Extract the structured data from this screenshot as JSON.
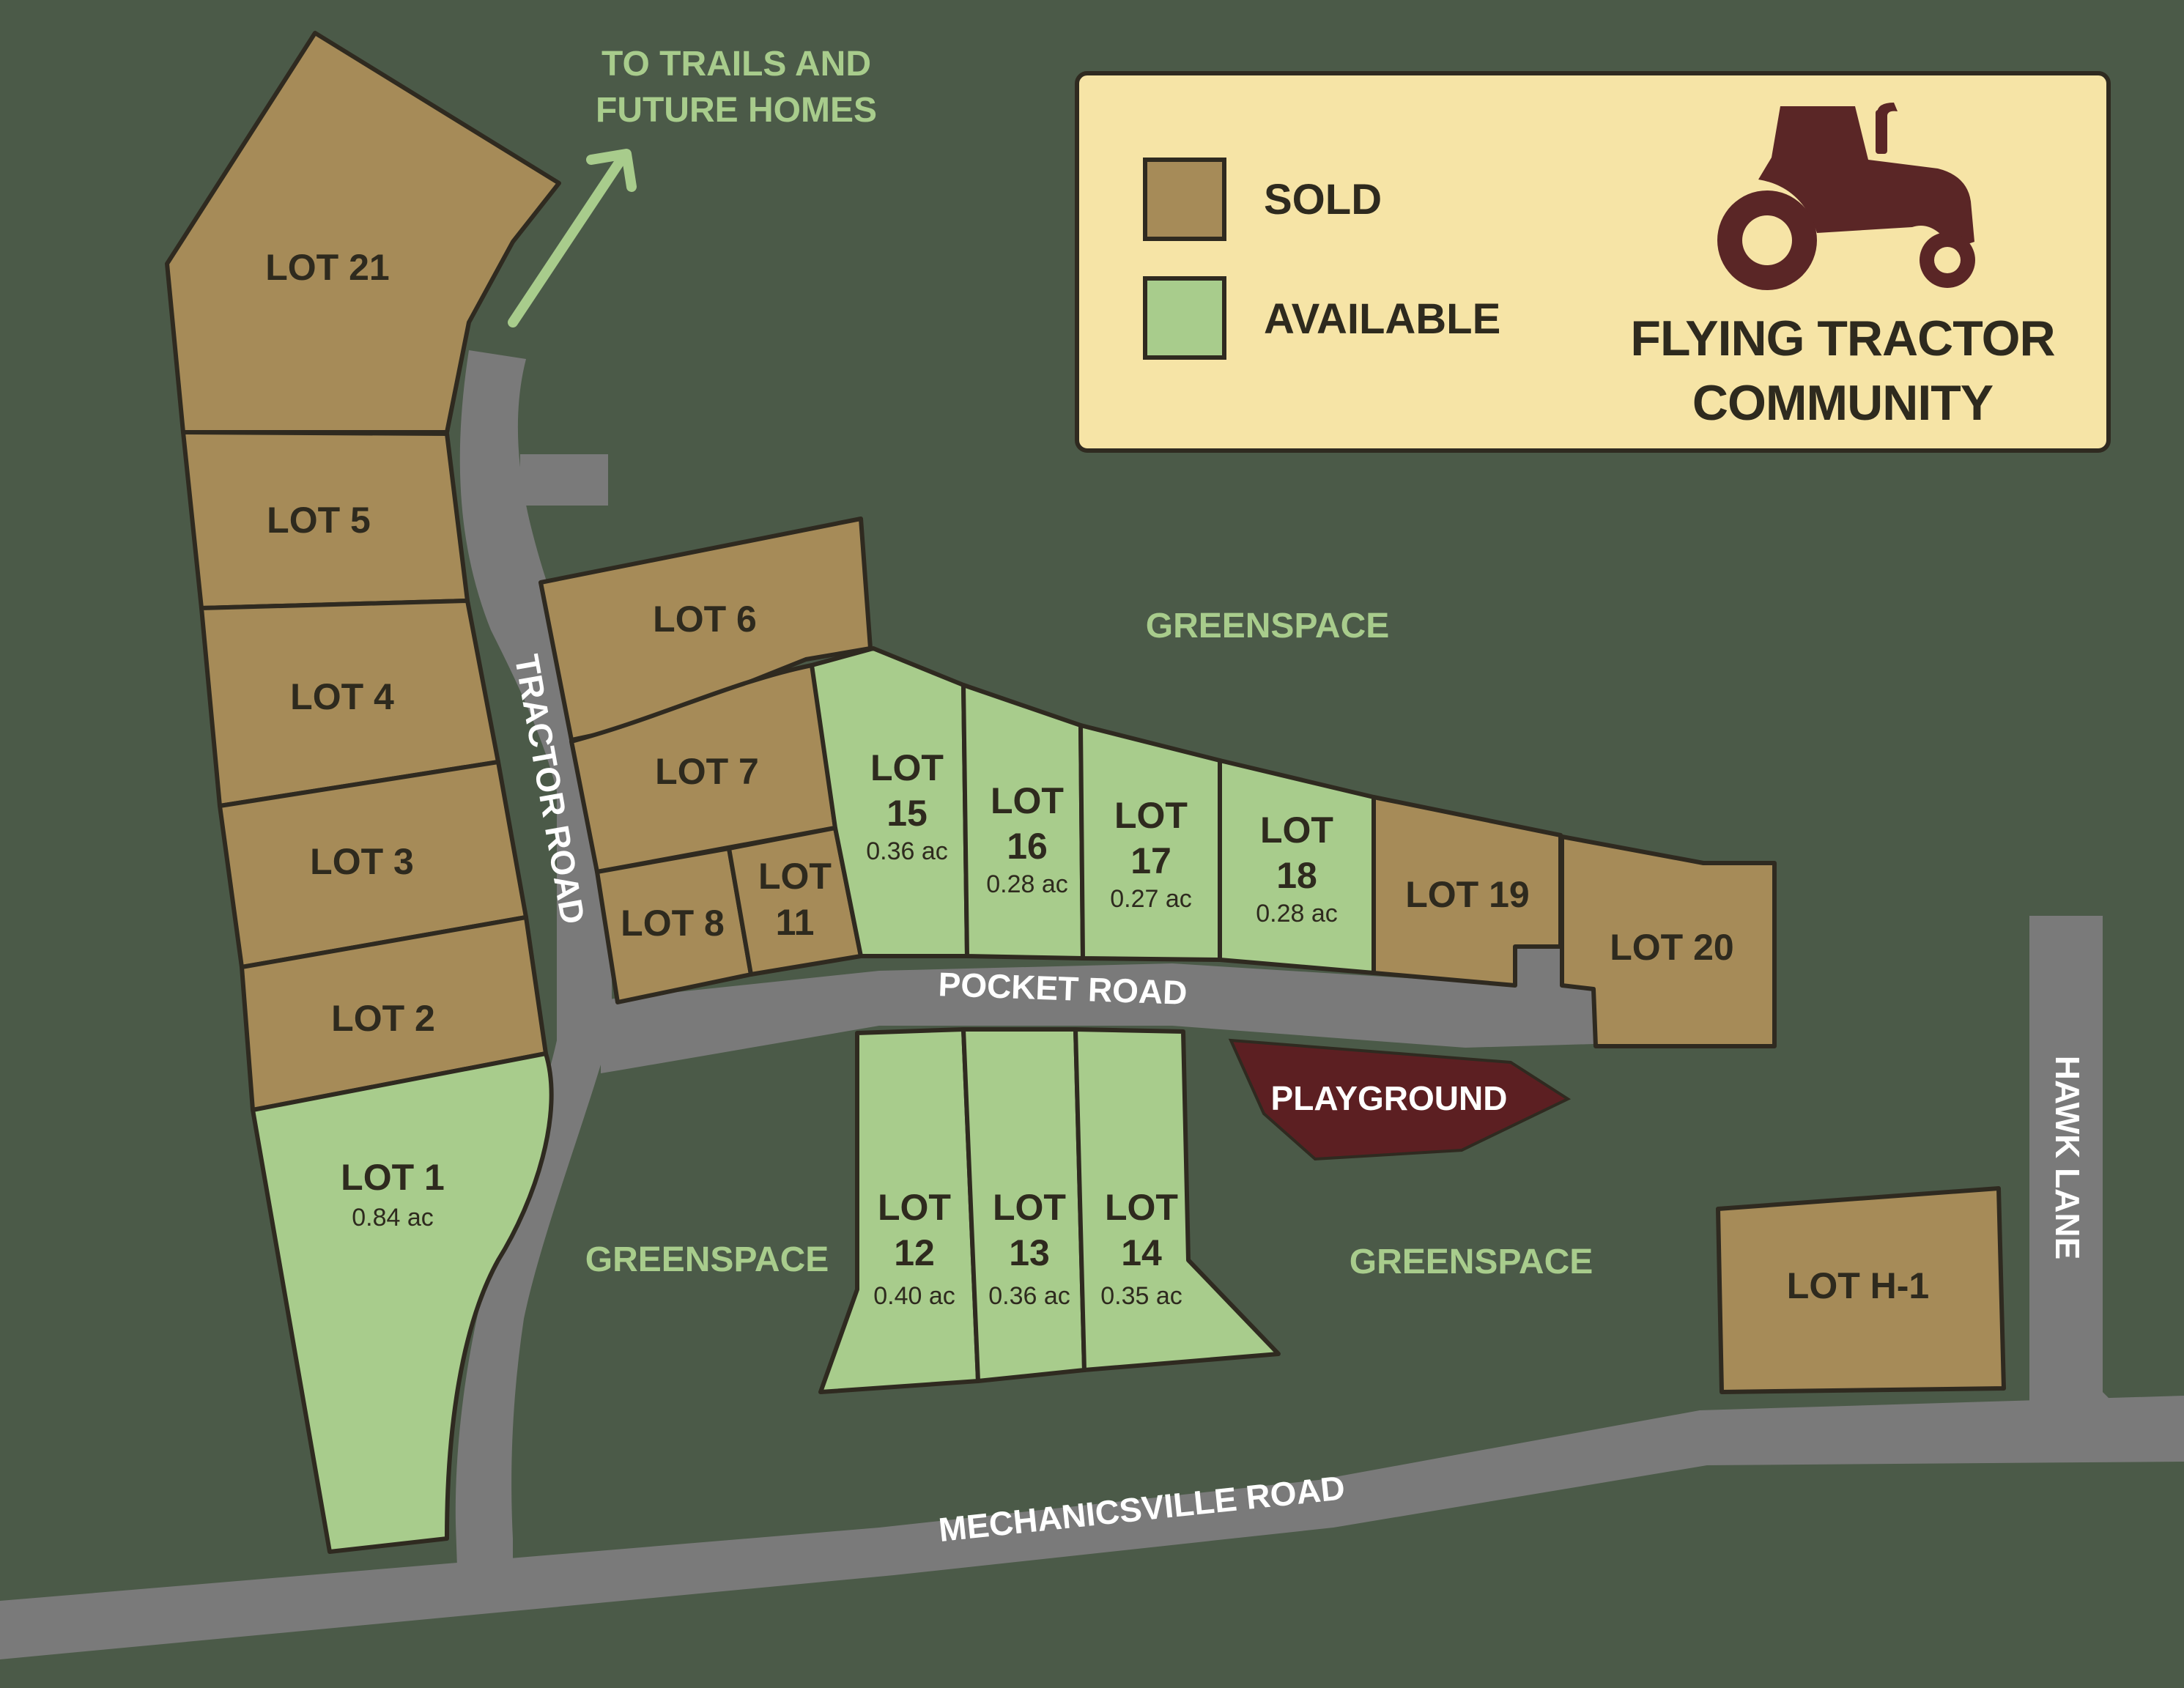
{
  "colors": {
    "background": "#4b5a48",
    "road": "#7a7a7a",
    "sold": "#a68b58",
    "available": "#a8cc8c",
    "playground": "#5c1f22",
    "legend_bg": "#f6e4a6",
    "tractor": "#5a2626",
    "text_dark": "#2e2a1e",
    "text_green": "#a8cc8c"
  },
  "legend": {
    "sold_label": "SOLD",
    "available_label": "AVAILABLE",
    "brand_line1": "FLYING TRACTOR",
    "brand_line2": "COMMUNITY",
    "logo_icon": "tractor-icon"
  },
  "directions": {
    "trails_line1": "TO TRAILS AND",
    "trails_line2": "FUTURE HOMES",
    "arrow_icon": "arrow-up-right-icon"
  },
  "roads": {
    "tractor": "TRACTOR ROAD",
    "pocket": "POCKET ROAD",
    "mechanicsville": "MECHANICSVILLE ROAD",
    "hawk": "HAWK LANE"
  },
  "areas": {
    "greenspace_top": "GREENSPACE",
    "greenspace_left": "GREENSPACE",
    "greenspace_right": "GREENSPACE",
    "playground": "PLAYGROUND"
  },
  "lots": {
    "lot21": {
      "line1": "LOT 21",
      "status": "sold"
    },
    "lot5": {
      "line1": "LOT 5",
      "status": "sold"
    },
    "lot4": {
      "line1": "LOT 4",
      "status": "sold"
    },
    "lot3": {
      "line1": "LOT 3",
      "status": "sold"
    },
    "lot2": {
      "line1": "LOT 2",
      "status": "sold"
    },
    "lot1": {
      "line1": "LOT 1",
      "acres": "0.84 ac",
      "status": "available"
    },
    "lot6": {
      "line1": "LOT 6",
      "status": "sold"
    },
    "lot7": {
      "line1": "LOT 7",
      "status": "sold"
    },
    "lot8": {
      "line1": "LOT 8",
      "status": "sold"
    },
    "lot11": {
      "line1": "LOT",
      "line2": "11",
      "status": "sold"
    },
    "lot15": {
      "line1": "LOT",
      "line2": "15",
      "acres": "0.36 ac",
      "status": "available"
    },
    "lot16": {
      "line1": "LOT",
      "line2": "16",
      "acres": "0.28 ac",
      "status": "available"
    },
    "lot17": {
      "line1": "LOT",
      "line2": "17",
      "acres": "0.27 ac",
      "status": "available"
    },
    "lot18": {
      "line1": "LOT",
      "line2": "18",
      "acres": "0.28 ac",
      "status": "available"
    },
    "lot19": {
      "line1": "LOT 19",
      "status": "sold"
    },
    "lot20": {
      "line1": "LOT 20",
      "status": "sold"
    },
    "lot12": {
      "line1": "LOT",
      "line2": "12",
      "acres": "0.40 ac",
      "status": "available"
    },
    "lot13": {
      "line1": "LOT",
      "line2": "13",
      "acres": "0.36 ac",
      "status": "available"
    },
    "lot14": {
      "line1": "LOT",
      "line2": "14",
      "acres": "0.35 ac",
      "status": "available"
    },
    "lotH1": {
      "line1": "LOT H-1",
      "status": "sold"
    }
  }
}
